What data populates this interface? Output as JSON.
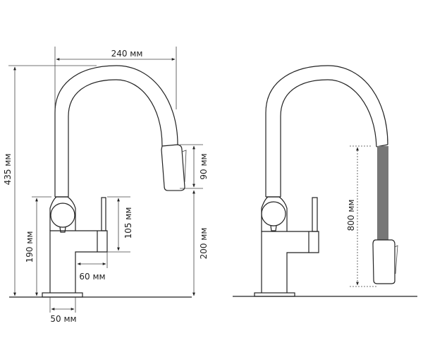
{
  "title": "Faucet dimensions diagram",
  "colors": {
    "line": "#222222",
    "hose": "#777777",
    "background": "#ffffff"
  },
  "dimensions": {
    "reach": "240 мм",
    "total_height": "435 мм",
    "body_height": "190 мм",
    "lever_height": "105 мм",
    "spout_offset": "60 мм",
    "base_width": "50 мм",
    "spray_head_height": "90 мм",
    "spout_clearance": "200 мм",
    "hose_length": "800 мм"
  }
}
